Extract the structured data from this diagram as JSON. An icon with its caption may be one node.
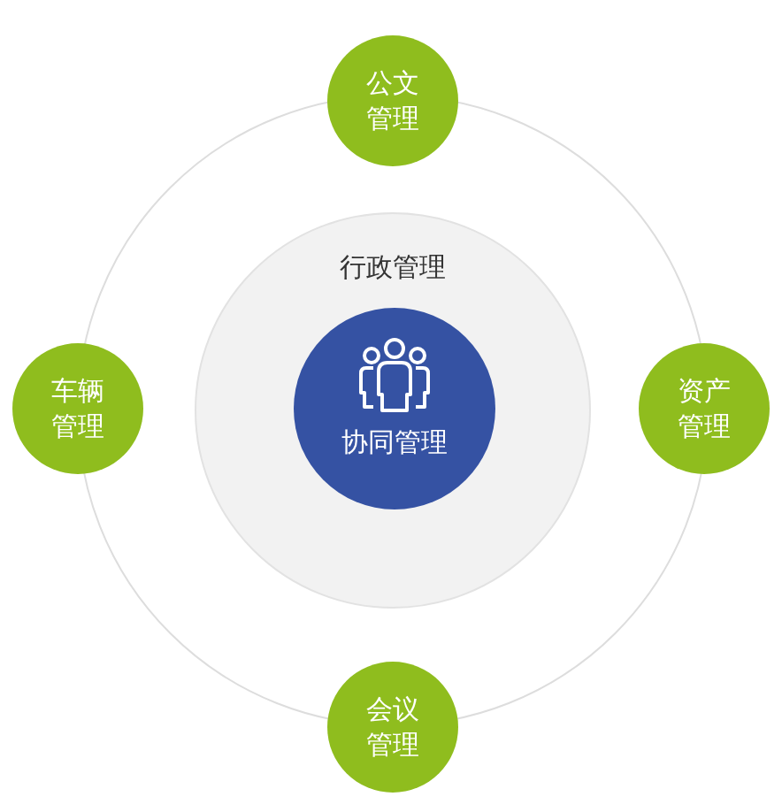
{
  "diagram": {
    "nodes": [
      {
        "text": [
          "公文管理"
        ]
      },
      {
        "text": [
          "行政管理"
        ]
      },
      {
        "text": [
          "协同管理"
        ],
        "in": 1
      },
      {
        "text": [
          "车辆管理"
        ]
      },
      {
        "text": [
          "资产管理"
        ]
      },
      {
        "text": [
          "会议管理"
        ]
      }
    ]
  }
}
